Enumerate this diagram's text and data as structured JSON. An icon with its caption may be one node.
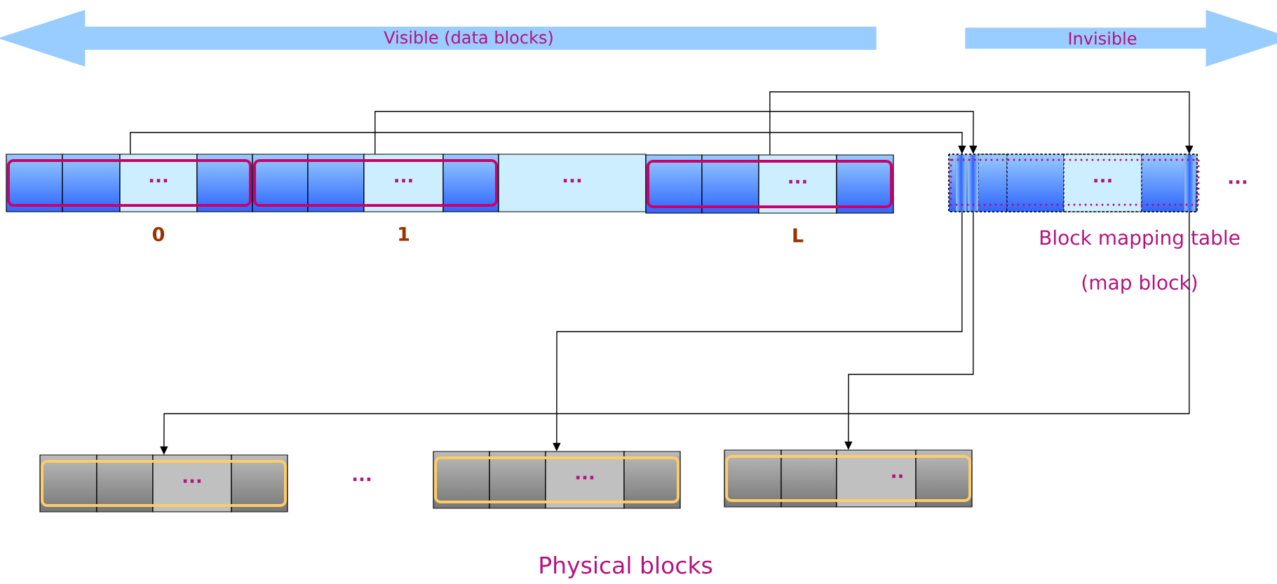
{
  "diagram": {
    "nodes": [
      {
        "text": [
          "Visible (data blocks)"
        ]
      },
      {
        "text": [
          "Invisible"
        ]
      },
      {
        "text": [
          "···"
        ],
        "beside": [
          "0"
        ]
      },
      {
        "text": [
          "···"
        ],
        "beside": [
          "1"
        ]
      },
      {
        "text": [
          "···"
        ]
      },
      {
        "text": [
          "···"
        ],
        "beside": [
          "L"
        ]
      },
      {
        "text": [
          "···"
        ],
        "beside": [
          "Block mapping table (map block)"
        ]
      },
      {
        "text": [
          "···"
        ]
      },
      {
        "text": [
          "···"
        ]
      },
      {
        "text": [
          "··"
        ]
      }
    ],
    "edges": [
      {
        "from": 2,
        "to": 6,
        "arrow": "to"
      },
      {
        "from": 3,
        "to": 6,
        "arrow": "to"
      },
      {
        "from": 5,
        "to": 6,
        "arrow": "to"
      },
      {
        "from": 6,
        "to": 8,
        "arrow": "to"
      },
      {
        "from": 6,
        "to": 9,
        "arrow": "to"
      },
      {
        "from": 6,
        "to": 7,
        "arrow": "to"
      }
    ],
    "labels": [
      "···",
      "···",
      "Physical blocks"
    ]
  }
}
